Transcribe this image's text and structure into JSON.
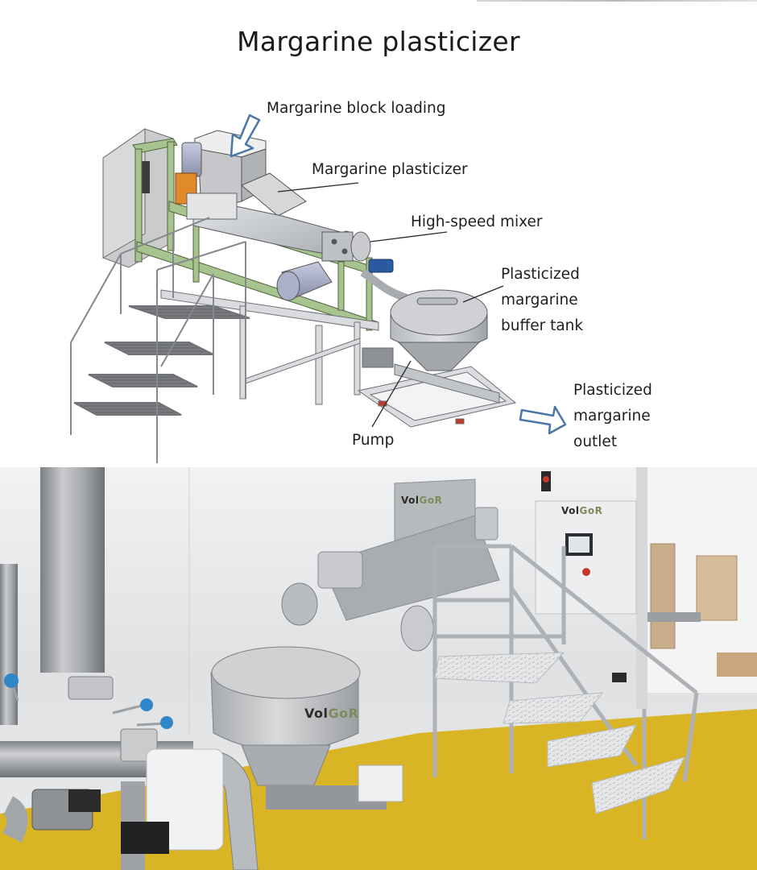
{
  "page": {
    "title": "Margarine plasticizer"
  },
  "diagram": {
    "labels": {
      "block_loading": "Margarine block loading",
      "plasticizer": "Margarine plasticizer",
      "mixer": "High-speed mixer",
      "buffer_tank": [
        "Plasticized",
        "margarine",
        "buffer tank"
      ],
      "pump": "Pump",
      "outlet": [
        "Plasticized",
        "margarine",
        "outlet"
      ]
    },
    "arrows": {
      "inlet": "arrow-down-left-outline",
      "outlet": "arrow-right-outline",
      "color": "#4a76a8"
    },
    "colors": {
      "frame_green": "#a7c48f",
      "steel": "#c9ccd0",
      "motor_orange": "#e08a2c",
      "actuator_blue": "#2c5aa0"
    }
  },
  "photo": {
    "logos": {
      "hopper": {
        "part1": "Vol",
        "part2": "GoR"
      },
      "cabinet": {
        "part1": "Vol",
        "part2": "GoR"
      },
      "tank": {
        "part1": "Vol",
        "part2": "GoR"
      }
    },
    "colors": {
      "floor": "#d9b526",
      "wall": "#eceeef",
      "valve_handle": "#2f86c9"
    }
  }
}
